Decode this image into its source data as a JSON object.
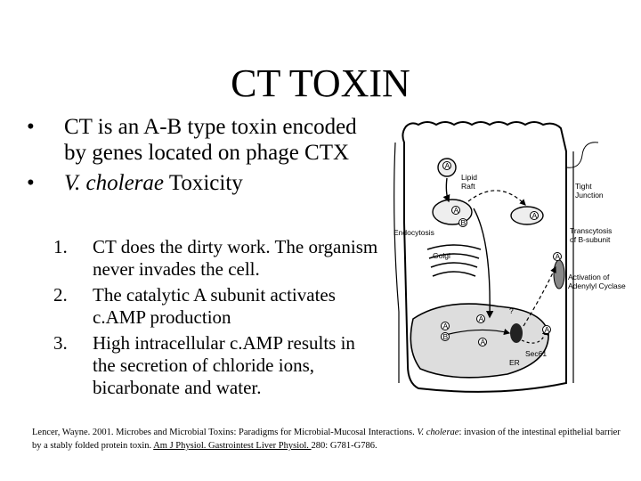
{
  "title": "CT TOXIN",
  "bullets": [
    {
      "marker": "•",
      "text": "CT is an A-B type toxin encoded by genes located on phage CTX"
    },
    {
      "marker": "•",
      "italic": "V. cholerae",
      "text": " Toxicity"
    }
  ],
  "numbered": [
    {
      "n": "1.",
      "text": "CT does the dirty work.  The organism never invades the cell."
    },
    {
      "n": "2.",
      "text": "The catalytic A subunit activates c.AMP production"
    },
    {
      "n": "3.",
      "text": "High intracellular c.AMP results in the secretion of chloride ions, bicarbonate and water."
    }
  ],
  "figure_labels": {
    "lipid": "Lipid",
    "raft": "Raft",
    "tight": "Tight",
    "junction": "Junction",
    "endocytosis": "Endocytosis",
    "golgi": "Golgi",
    "transcytosis1": "Transcytosis",
    "transcytosis2": "of B-subunit",
    "activation1": "Activation of",
    "activation2": "Adenylyl Cyclase",
    "sec61": "Sec61",
    "er": "ER",
    "question": "?",
    "a": "A",
    "b": "B"
  },
  "citation": {
    "part1": "Lencer, Wayne.  2001.  Microbes and Microbial Toxins: Paradigms for Microbial-Mucosal Interactions.  ",
    "italic": "V. cholerae",
    "part2": ": invasion of the intestinal epithelial barrier by a stably folded protein toxin.  ",
    "journal": "Am J Physiol. Gastrointest Liver Physiol. ",
    "part3": " 280: G781-G786."
  }
}
